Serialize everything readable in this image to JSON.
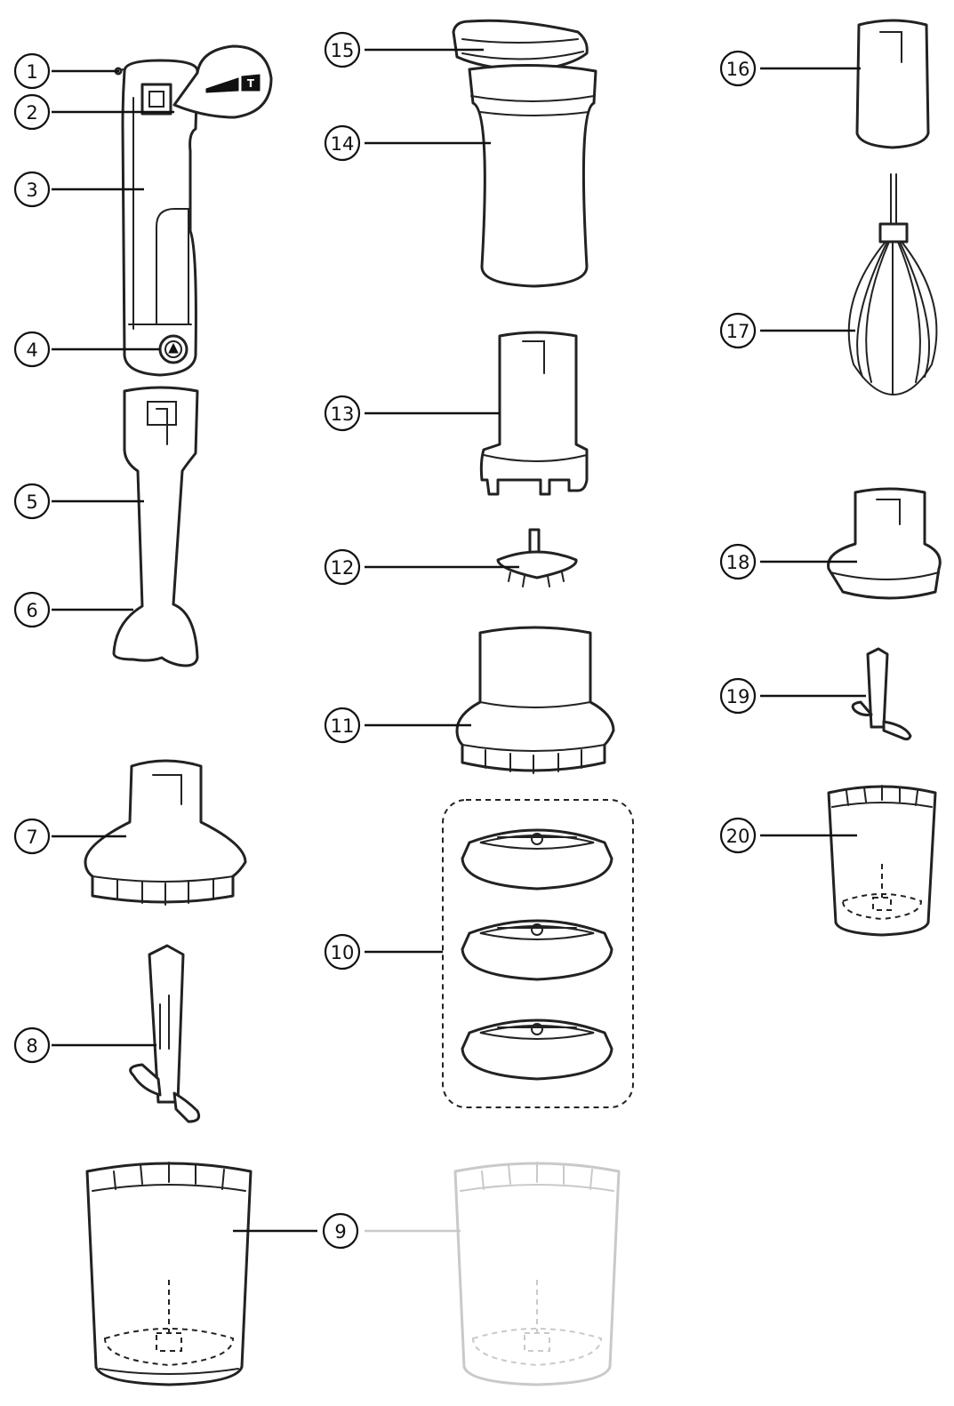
{
  "figure": {
    "callouts": [
      {
        "id": "c1",
        "label": "1"
      },
      {
        "id": "c2",
        "label": "2"
      },
      {
        "id": "c3",
        "label": "3"
      },
      {
        "id": "c4",
        "label": "4"
      },
      {
        "id": "c5",
        "label": "5"
      },
      {
        "id": "c6",
        "label": "6"
      },
      {
        "id": "c7",
        "label": "7"
      },
      {
        "id": "c8",
        "label": "8"
      },
      {
        "id": "c9",
        "label": "9"
      },
      {
        "id": "c10",
        "label": "10"
      },
      {
        "id": "c11",
        "label": "11"
      },
      {
        "id": "c12",
        "label": "12"
      },
      {
        "id": "c13",
        "label": "13"
      },
      {
        "id": "c14",
        "label": "14"
      },
      {
        "id": "c15",
        "label": "15"
      },
      {
        "id": "c16",
        "label": "16"
      },
      {
        "id": "c17",
        "label": "17"
      },
      {
        "id": "c18",
        "label": "18"
      },
      {
        "id": "c19",
        "label": "19"
      },
      {
        "id": "c20",
        "label": "20"
      }
    ],
    "turbo_badge": "T",
    "colors": {
      "line": "#222222",
      "ghost": "#c9c9c9",
      "background": "#ffffff"
    }
  }
}
